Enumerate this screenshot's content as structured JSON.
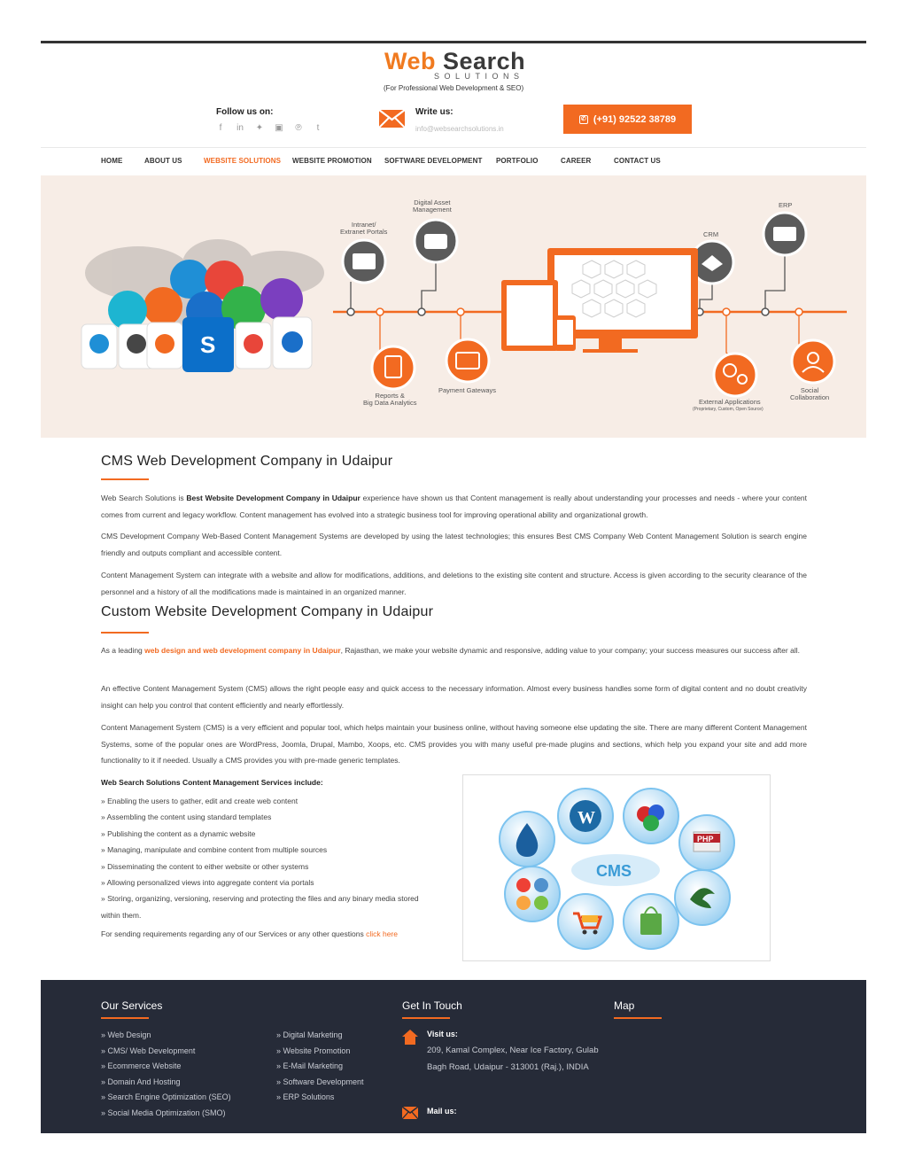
{
  "colors": {
    "accent": "#f26a21",
    "footer_bg": "#262b38",
    "banner_bg": "#f7ede6"
  },
  "logo": {
    "word1": "Web",
    "word2": "Search",
    "sub": "SOLUTIONS",
    "tagline": "(For Professional Web Development & SEO)"
  },
  "header": {
    "follow_label": "Follow us on:",
    "social_icons": [
      "facebook-icon",
      "linkedin-icon",
      "twitter-icon",
      "instagram-icon",
      "pinterest-icon",
      "tumblr-icon"
    ],
    "social_glyphs": [
      "f",
      "in",
      "✦",
      "▣",
      "℗",
      "t"
    ],
    "write_label": "Write us:",
    "email": "info@websearchsolutions.in",
    "phone": "(+91) 92522 38789"
  },
  "nav": [
    "HOME",
    "ABOUT US",
    "WEBSITE SOLUTIONS",
    "WEBSITE PROMOTION",
    "SOFTWARE DEVELOPMENT",
    "PORTFOLIO",
    "CAREER",
    "CONTACT US"
  ],
  "banner": {
    "labels": {
      "digital_asset": "Digital Asset\nManagement",
      "intranet": "Intranet/\nExtranet Portals",
      "erp": "ERP",
      "crm": "CRM",
      "reports": "Reports &\nBig Data Analytics",
      "payment": "Payment Gateways",
      "external": "External Applications",
      "external_sub": "(Proprietary, Custom, Open Source)",
      "social": "Social\nCollaboration"
    }
  },
  "section1": {
    "title": "CMS Web Development Company in Udaipur",
    "p1_pre": "Web Search Solutions is ",
    "p1_bold": "Best Website Development Company in Udaipur",
    "p1_post": " experience have shown us that Content management is really about understanding your processes and needs - where your content comes from current and legacy workflow. Content management has evolved into a strategic business tool for improving operational ability and organizational growth.",
    "p2": "CMS Development Company Web-Based Content Management Systems are developed by using the latest technologies; this ensures Best CMS Company Web Content Management Solution is search engine friendly and outputs compliant and accessible content.",
    "p3": "Content Management System can integrate with a website and allow for modifications, additions, and deletions to the existing site content and structure. Access is given according to the security clearance of the personnel and a history of all the modifications made is maintained in an organized manner."
  },
  "section2": {
    "title": "Custom Website Development Company in Udaipur",
    "p1_pre": "As a leading ",
    "p1_link": "web design and web development company in Udaipur",
    "p1_post": ", Rajasthan, we make your website dynamic and responsive, adding value to your company; your success measures our success after all.",
    "p2": "An effective Content Management System (CMS) allows the right people easy and quick access to the necessary information. Almost every business handles some form of digital content and no doubt creativity insight can help you control that content efficiently and nearly effortlessly.",
    "p3": "Content Management System (CMS) is a very efficient and popular tool, which helps maintain your business online, without having someone else updating the site. There are many different Content Management Systems, some of the popular ones are WordPress, Joomla, Drupal, Mambo, Xoops, etc. CMS provides you with many useful pre-made plugins and sections, which help you expand your site and add more functionality to it if needed. Usually a CMS provides you with pre-made generic templates.",
    "services_heading": "Web Search Solutions Content Management Services include:",
    "services": [
      "» Enabling the users to gather, edit and create web content",
      "» Assembling the content using standard templates",
      "» Publishing the content as a dynamic website",
      "» Managing, manipulate and combine content from multiple sources",
      "» Disseminating the content to either website or other systems",
      "» Allowing personalized views into aggregate content via portals",
      "» Storing, organizing, versioning, reserving and protecting the files and any binary media stored within them."
    ],
    "send_pre": "For sending requirements regarding any of our Services or any other questions ",
    "send_link": "click here",
    "cms_label": "CMS",
    "php_label": "PHP"
  },
  "footer": {
    "services_title": "Our Services",
    "services_col1": [
      "» Web Design",
      "» CMS/ Web Development",
      "» Ecommerce Website",
      "» Domain And Hosting",
      "» Search Engine Optimization (SEO)",
      "» Social Media Optimization (SMO)"
    ],
    "services_col2": [
      "» Digital Marketing",
      "» Website Promotion",
      "» E-Mail Marketing",
      "» Software Development",
      "» ERP Solutions"
    ],
    "contact_title": "Get In Touch",
    "visit_label": "Visit us:",
    "address": "209, Kamal Complex, Near Ice Factory, Gulab Bagh Road, Udaipur - 313001 (Raj.), INDIA",
    "mail_label": "Mail us:",
    "map_title": "Map"
  }
}
